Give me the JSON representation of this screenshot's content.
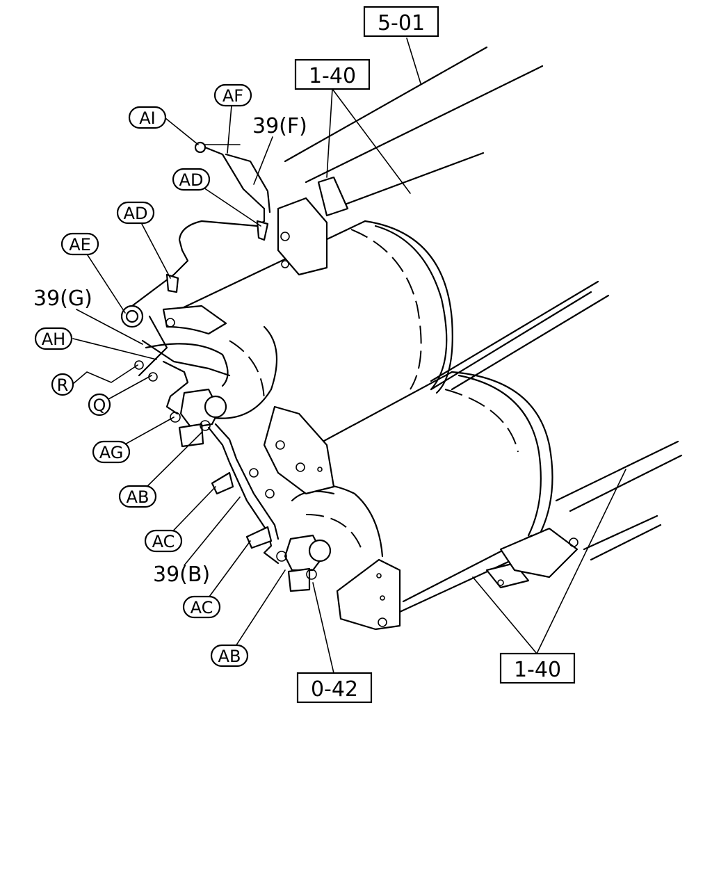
{
  "boxed_refs": {
    "ref_5_01": "5-01",
    "ref_1_40_top": "1-40",
    "ref_1_40_bottom": "1-40",
    "ref_0_42": "0-42"
  },
  "circled_callouts": {
    "ai": "AI",
    "af": "AF",
    "ad_upper": "AD",
    "ad_lower": "AD",
    "ae": "AE",
    "ah": "AH",
    "r": "R",
    "q": "Q",
    "ag": "AG",
    "ab_upper": "AB",
    "ac_upper": "AC",
    "ac_lower": "AC",
    "ab_lower": "AB"
  },
  "plain_labels": {
    "p39f": "39(F)",
    "p39g": "39(G)",
    "p39b": "39(B)"
  }
}
